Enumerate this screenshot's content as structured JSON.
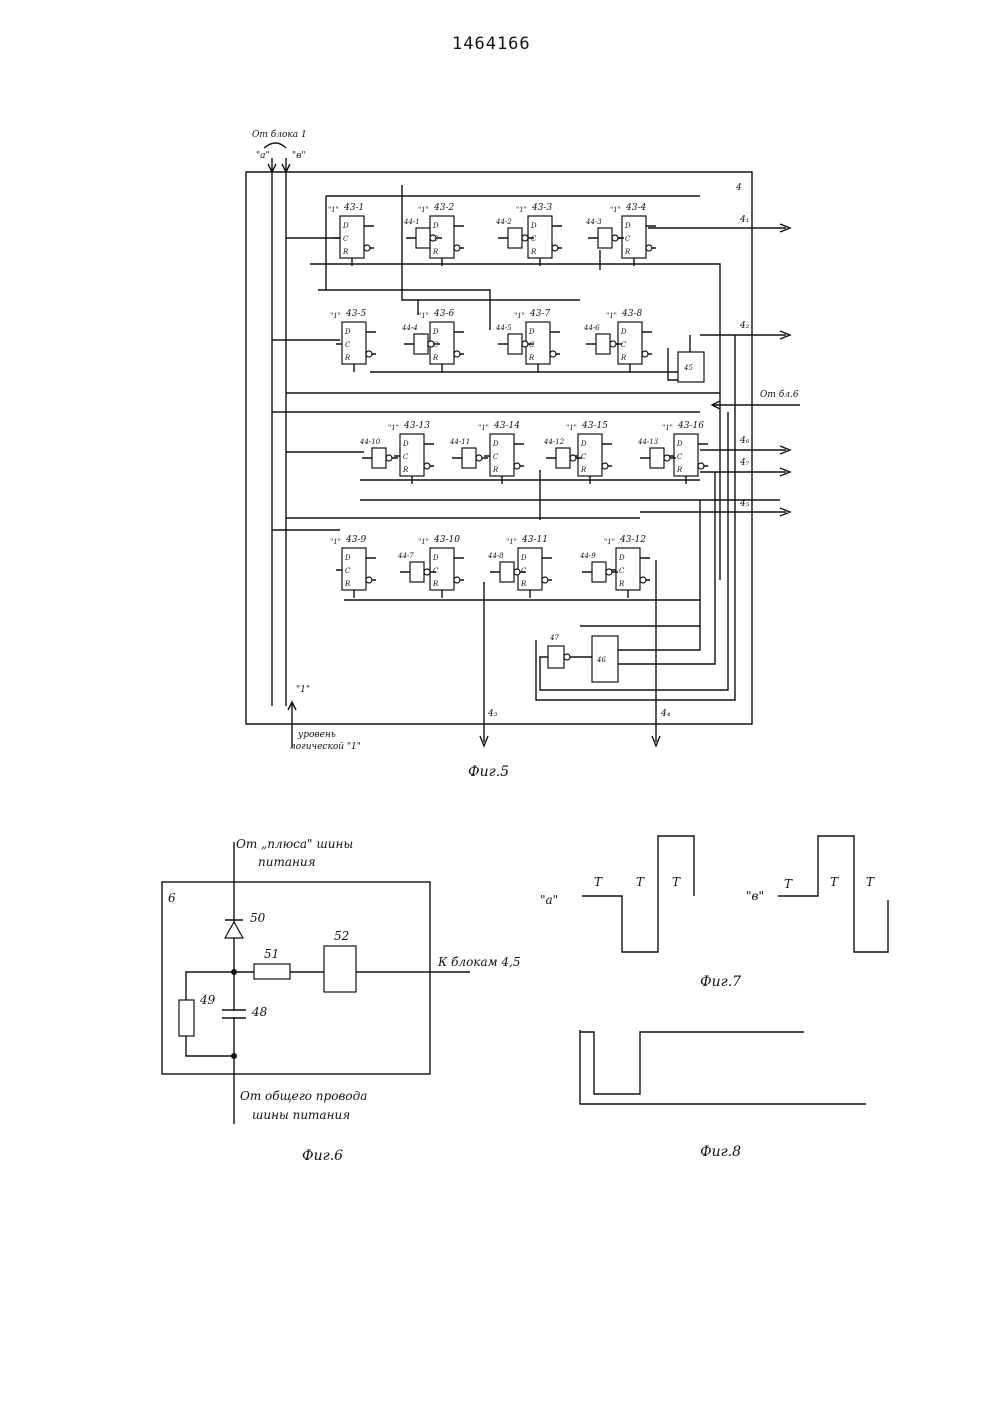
{
  "document_number": "1464166",
  "fig5": {
    "caption": "Фиг.5",
    "input_source": "От блока 1",
    "input_a": "\"а\"",
    "input_b": "\"в\"",
    "block_number": "4",
    "from_block6": "От бл.6",
    "logic_level_tag": "\"1\"",
    "logic_level_line1": "уровень",
    "logic_level_line2": "логической \"1\"",
    "triggers": [
      {
        "id": "43-1",
        "D": "D",
        "C": "C",
        "R": "R",
        "one": "\"1\""
      },
      {
        "id": "43-2",
        "D": "D",
        "C": "C",
        "R": "R",
        "one": "\"1\""
      },
      {
        "id": "43-3",
        "D": "D",
        "C": "C",
        "R": "R",
        "one": "\"1\""
      },
      {
        "id": "43-4",
        "D": "D",
        "C": "C",
        "R": "R",
        "one": "\"1\""
      },
      {
        "id": "43-5",
        "D": "D",
        "C": "C",
        "R": "R",
        "one": "\"1\""
      },
      {
        "id": "43-6",
        "D": "D",
        "C": "C",
        "R": "R",
        "one": "\"1\""
      },
      {
        "id": "43-7",
        "D": "D",
        "C": "C",
        "R": "R",
        "one": "\"1\""
      },
      {
        "id": "43-8",
        "D": "D",
        "C": "C",
        "R": "R",
        "one": "\"1\""
      },
      {
        "id": "43-13",
        "D": "D",
        "C": "C",
        "R": "R",
        "one": "\"1\""
      },
      {
        "id": "43-14",
        "D": "D",
        "C": "C",
        "R": "R",
        "one": "\"1\""
      },
      {
        "id": "43-15",
        "D": "D",
        "C": "C",
        "R": "R",
        "one": "\"1\""
      },
      {
        "id": "43-16",
        "D": "D",
        "C": "C",
        "R": "R",
        "one": "\"1\""
      },
      {
        "id": "43-9",
        "D": "D",
        "C": "C",
        "R": "R",
        "one": "\"1\""
      },
      {
        "id": "43-10",
        "D": "D",
        "C": "C",
        "R": "R",
        "one": "\"1\""
      },
      {
        "id": "43-11",
        "D": "D",
        "C": "C",
        "R": "R",
        "one": "\"1\""
      },
      {
        "id": "43-12",
        "D": "D",
        "C": "C",
        "R": "R",
        "one": "\"1\""
      }
    ],
    "inverters": [
      "44-1",
      "44-2",
      "44-3",
      "44-4",
      "44-5",
      "44-6",
      "44-10",
      "44-11",
      "44-12",
      "44-13",
      "44-7",
      "44-8",
      "44-9",
      "47"
    ],
    "gates": [
      "45",
      "46"
    ],
    "outputs": [
      "4₁",
      "4₂",
      "4₆",
      "4₇",
      "4₅",
      "4₃",
      "4₄"
    ]
  },
  "fig6": {
    "caption": "Фиг.6",
    "block_number": "6",
    "top_line1": "От „плюса\" шины",
    "top_line2": "питания",
    "bottom_line1": "От общего провода",
    "bottom_line2": "шины питания",
    "output_label": "К блокам 4,5",
    "diode": "50",
    "resistor_series": "51",
    "element": "52",
    "resistor_shunt": "49",
    "capacitor": "48"
  },
  "fig7": {
    "caption": "Фиг.7",
    "signal_a": "\"а\"",
    "signal_b": "\"в\"",
    "period_label": "T"
  },
  "fig8": {
    "caption": "Фиг.8"
  }
}
